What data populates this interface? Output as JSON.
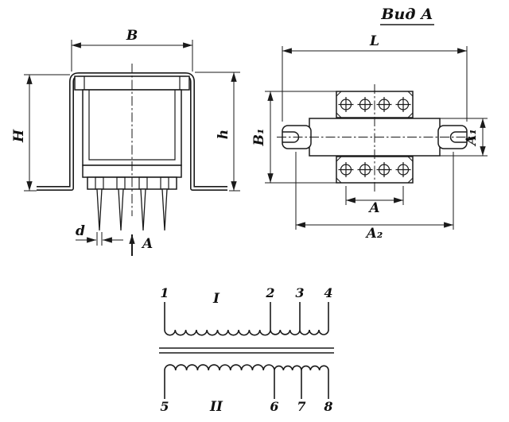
{
  "colors": {
    "ink": "#1a1a1a",
    "background": "#ffffff"
  },
  "figure": {
    "front_view": {
      "dim_B": "B",
      "dim_H": "H",
      "dim_h": "h",
      "dim_d": "d",
      "view_arrow_label": "A"
    },
    "top_view": {
      "title": "Вид А",
      "dim_L": "L",
      "dim_B1": "B₁",
      "dim_A1": "A₁",
      "dim_A": "A",
      "dim_A2": "A₂"
    },
    "schematic": {
      "winding_I_label": "I",
      "winding_II_label": "II",
      "pins_top": [
        "1",
        "2",
        "3",
        "4"
      ],
      "pins_bottom": [
        "5",
        "6",
        "7",
        "8"
      ]
    }
  }
}
